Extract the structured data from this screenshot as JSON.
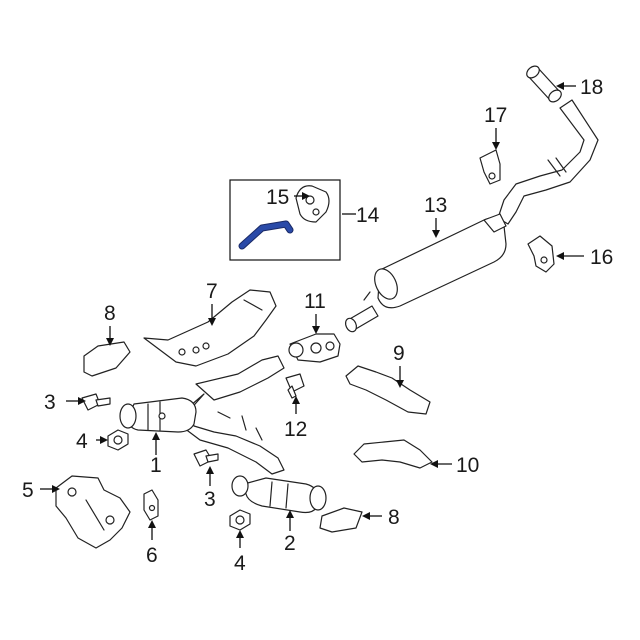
{
  "callouts": [
    {
      "id": "1",
      "text": "1"
    },
    {
      "id": "2",
      "text": "2"
    },
    {
      "id": "3a",
      "text": "3"
    },
    {
      "id": "3b",
      "text": "3"
    },
    {
      "id": "4a",
      "text": "4"
    },
    {
      "id": "4b",
      "text": "4"
    },
    {
      "id": "5",
      "text": "5"
    },
    {
      "id": "6",
      "text": "6"
    },
    {
      "id": "7",
      "text": "7"
    },
    {
      "id": "8a",
      "text": "8"
    },
    {
      "id": "8b",
      "text": "8"
    },
    {
      "id": "9",
      "text": "9"
    },
    {
      "id": "10",
      "text": "10"
    },
    {
      "id": "11",
      "text": "11"
    },
    {
      "id": "12",
      "text": "12"
    },
    {
      "id": "13",
      "text": "13"
    },
    {
      "id": "14",
      "text": "14"
    },
    {
      "id": "15",
      "text": "15"
    },
    {
      "id": "16",
      "text": "16"
    },
    {
      "id": "17",
      "text": "17"
    },
    {
      "id": "18",
      "text": "18"
    }
  ],
  "colors": {
    "highlight": "#2a4aa8",
    "line": "#222222",
    "background": "#ffffff"
  }
}
